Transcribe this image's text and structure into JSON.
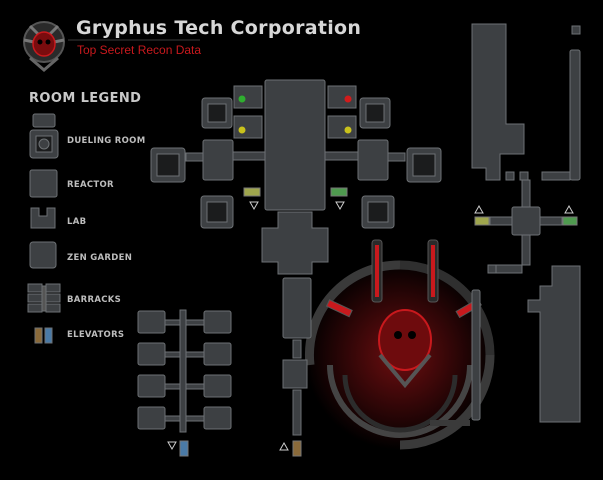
{
  "header": {
    "title": "Gryphus Tech Corporation",
    "subtitle": "Top Secret Recon Data",
    "logo_icon": "gryphon-skull-logo-icon"
  },
  "legend": {
    "title": "ROOM LEGEND",
    "items": [
      {
        "id": "dueling",
        "label": "DUELING ROOM",
        "icon": "dueling-room-icon"
      },
      {
        "id": "reactor",
        "label": "REACTOR",
        "icon": "reactor-icon"
      },
      {
        "id": "lab",
        "label": "LAB",
        "icon": "lab-icon"
      },
      {
        "id": "zen",
        "label": "ZEN GARDEN",
        "icon": "zen-garden-icon"
      },
      {
        "id": "barracks",
        "label": "BARRACKS",
        "icon": "barracks-icon"
      },
      {
        "id": "elevators",
        "label": "ELEVATORS",
        "icon": "elevator-icon"
      }
    ]
  },
  "colors": {
    "background": "#000000",
    "room_fill": "#3d4043",
    "room_stroke": "#6d7174",
    "accent_red": "#c8191d",
    "elevator_yellow": "#9fa64d",
    "elevator_green": "#4f9a4f",
    "light_red": "#d21b1b",
    "light_yellow": "#c9c21c",
    "light_green": "#2fae2f"
  }
}
